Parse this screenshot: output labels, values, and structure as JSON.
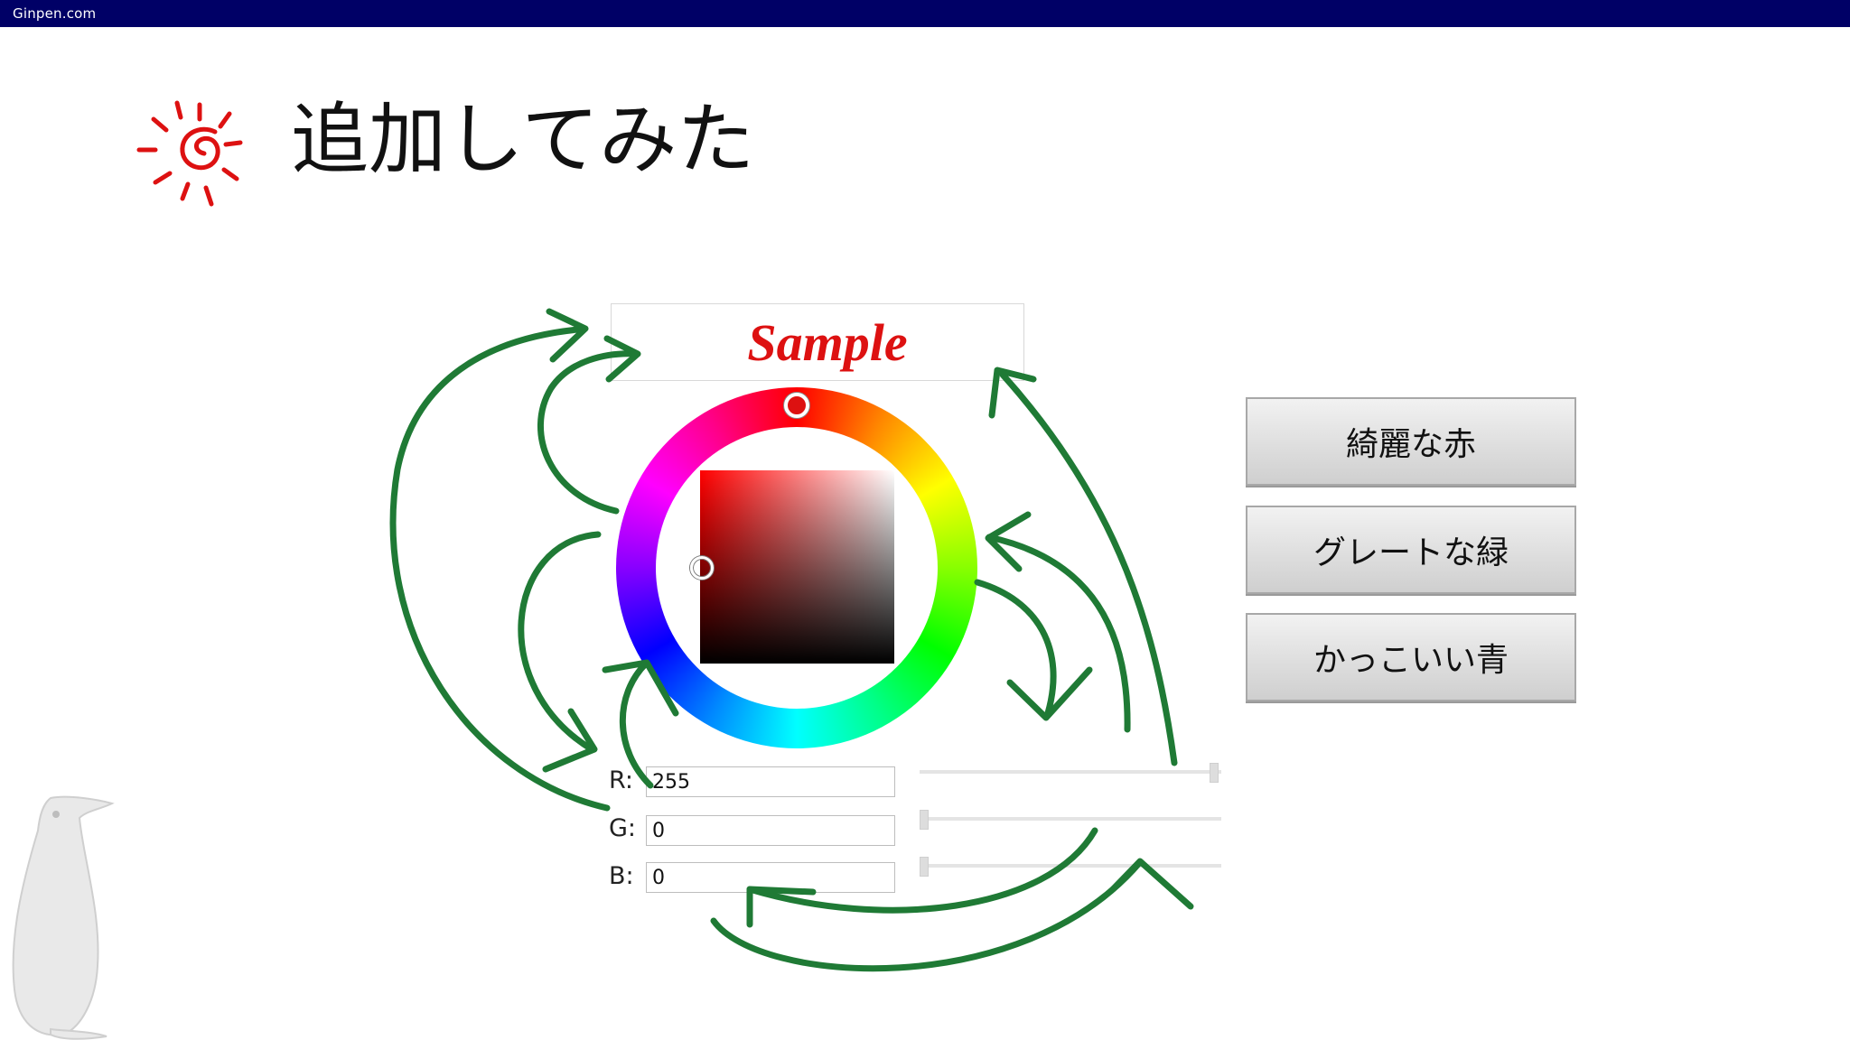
{
  "header": {
    "site": "Ginpen.com"
  },
  "slide": {
    "title": "追加してみた"
  },
  "picker": {
    "sample_text": "Sample",
    "r_label": "R:",
    "g_label": "G:",
    "b_label": "B:",
    "r_value": "255",
    "g_value": "0",
    "b_value": "0",
    "selected_color": "#dd1111"
  },
  "presets": [
    {
      "label": "綺麗な赤"
    },
    {
      "label": "グレートな緑"
    },
    {
      "label": "かっこいい青"
    }
  ],
  "colors": {
    "topbar": "#000066",
    "arrows": "#1f7a35",
    "sun": "#dd1111"
  },
  "icons": [
    "sun-icon",
    "penguin-icon",
    "arrow-annotations"
  ]
}
